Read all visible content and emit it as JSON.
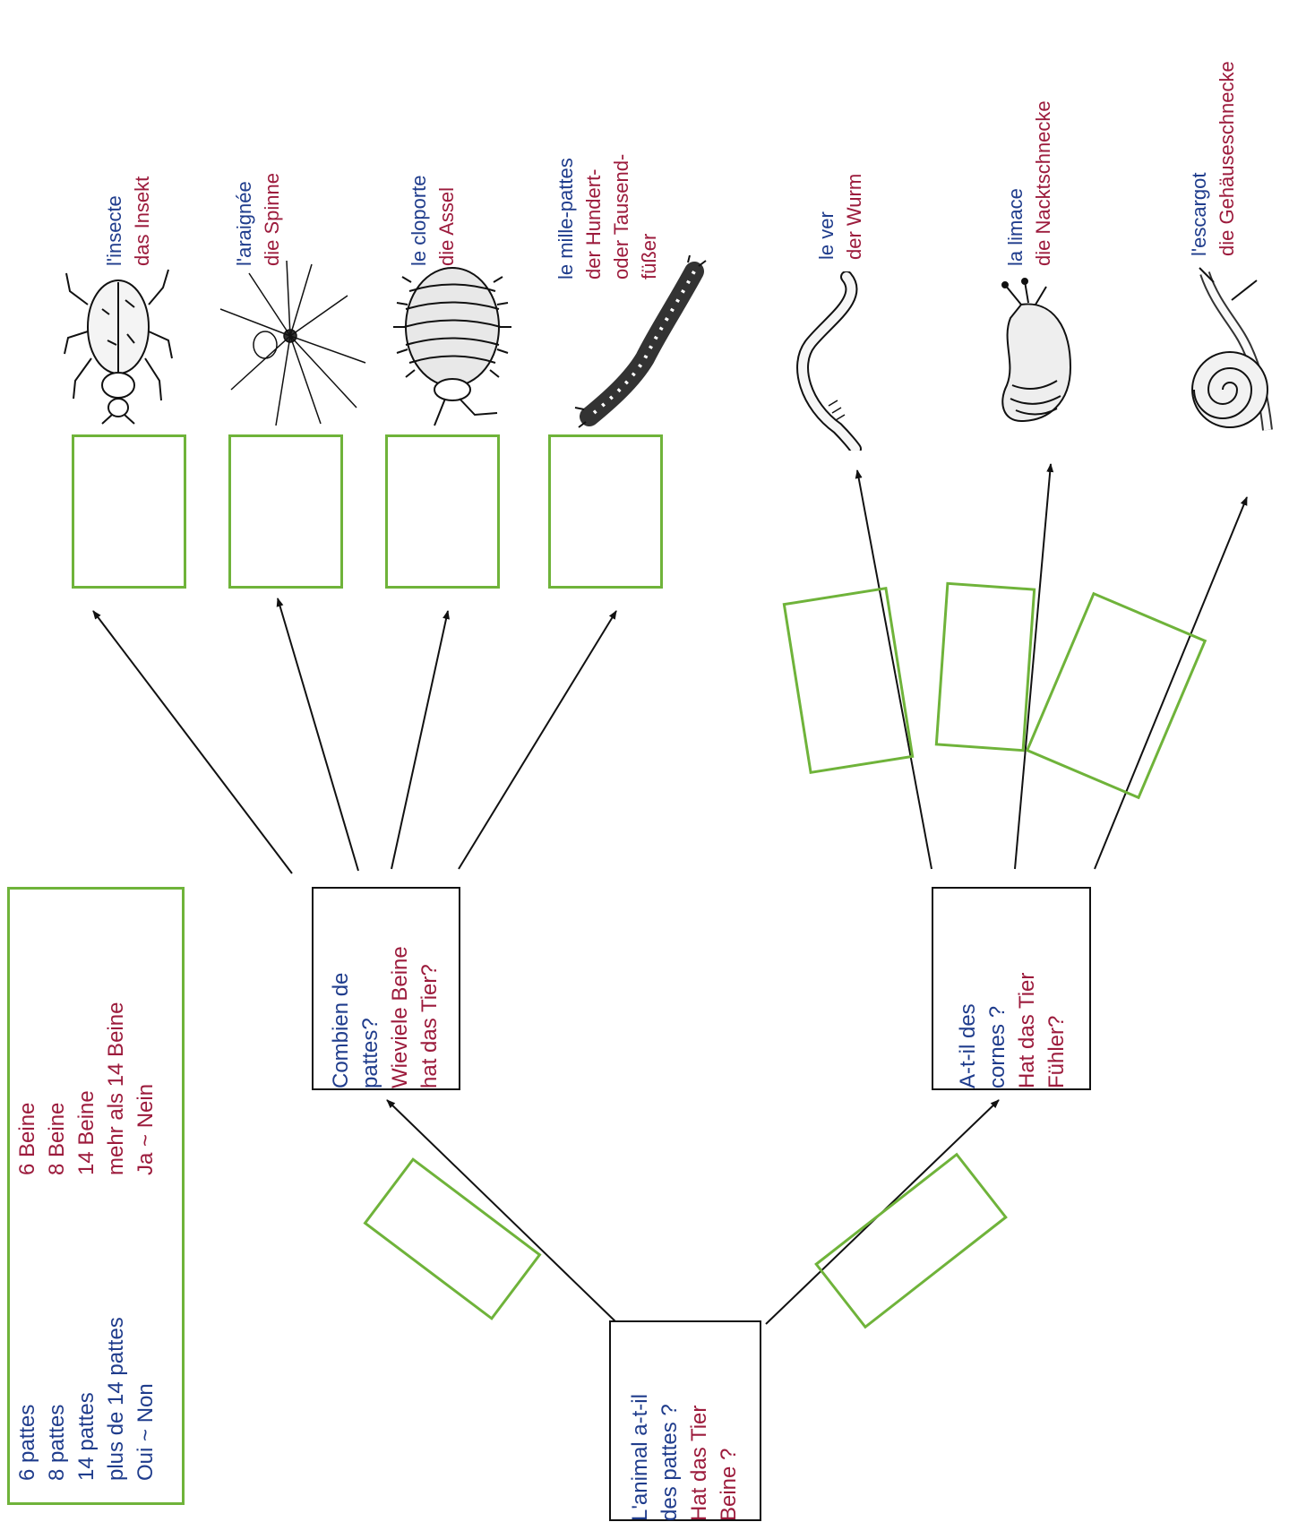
{
  "colors": {
    "french_text": "#1f3c8c",
    "german_text": "#9c1b3c",
    "answer_box_border": "#6fb33a",
    "question_box_border": "#111111",
    "arrow": "#111111"
  },
  "legend": {
    "french": [
      "6 pattes",
      "8 pattes",
      "14 pattes",
      "plus de 14  pattes",
      "Oui ~ Non"
    ],
    "german": [
      "6 Beine",
      "8 Beine",
      "14 Beine",
      "mehr als 14 Beine",
      "Ja ~ Nein"
    ]
  },
  "questions": {
    "root": {
      "fr": [
        "L'animal a-t-il",
        "des pattes ?"
      ],
      "de": [
        "Hat das Tier",
        "Beine ?"
      ]
    },
    "legs": {
      "fr": [
        "Combien de",
        "pattes?"
      ],
      "de": [
        "Wieviele Beine",
        "hat das Tier?"
      ]
    },
    "horns": {
      "fr": [
        "A-t-il des",
        "cornes ?"
      ],
      "de": [
        "Hat das Tier",
        "Fühler?"
      ]
    }
  },
  "animals": [
    {
      "fr": [
        "l'insecte"
      ],
      "de": [
        "das Insekt"
      ],
      "icon": "beetle-icon"
    },
    {
      "fr": [
        "l'araignée"
      ],
      "de": [
        "die Spinne"
      ],
      "icon": "spider-icon"
    },
    {
      "fr": [
        "le cloporte"
      ],
      "de": [
        "die Assel"
      ],
      "icon": "woodlouse-icon"
    },
    {
      "fr": [
        "le mille-pattes"
      ],
      "de": [
        "der Hundert-",
        "oder Tausend-",
        "füßer"
      ],
      "icon": "millipede-icon"
    },
    {
      "fr": [
        "le ver"
      ],
      "de": [
        "der Wurm"
      ],
      "icon": "worm-icon"
    },
    {
      "fr": [
        "la limace"
      ],
      "de": [
        "die Nacktschnecke"
      ],
      "icon": "slug-icon"
    },
    {
      "fr": [
        "l'escargot"
      ],
      "de": [
        "die Gehäuseschnecke"
      ],
      "icon": "snail-icon"
    }
  ]
}
